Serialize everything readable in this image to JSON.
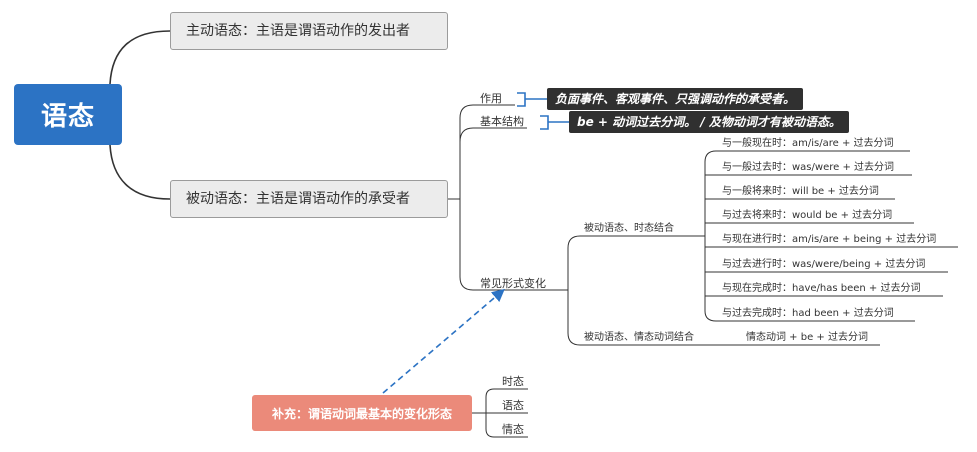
{
  "root": {
    "label": "语态"
  },
  "active": {
    "label": "主动语态：主语是谓语动作的发出者"
  },
  "passive": {
    "label": "被动语态：主语是谓语动作的承受者"
  },
  "branches": {
    "usage": "作用",
    "structure": "基本结构",
    "forms": "常见形式变化"
  },
  "callouts": {
    "usage": "负面事件、客观事件、只强调动作的承受者。",
    "structure": "be + 动词过去分词。 / 及物动词才有被动语态。"
  },
  "tense_combo": {
    "label": "被动语态、时态结合",
    "items": [
      "与一般现在时：am/is/are + 过去分词",
      "与一般过去时：was/were + 过去分词",
      "与一般将来时：will be + 过去分词",
      "与过去将来时：would be + 过去分词",
      "与现在进行时：am/is/are + being + 过去分词",
      "与过去进行时：was/were/being + 过去分词",
      "与现在完成时：have/has been + 过去分词",
      "与过去完成时：had been + 过去分词"
    ]
  },
  "modal_combo": {
    "label": "被动语态、情态动词结合",
    "item": "情态动词 + be + 过去分词"
  },
  "supplement": {
    "label": "补充：谓语动词最基本的变化形态",
    "items": [
      "时态",
      "语态",
      "情态"
    ]
  },
  "colors": {
    "root": "#2c73c4",
    "callout": "#303030",
    "supplement": "#eb8a7a",
    "bracket": "#2c73c4",
    "dashed_link": "#2c73c4"
  }
}
